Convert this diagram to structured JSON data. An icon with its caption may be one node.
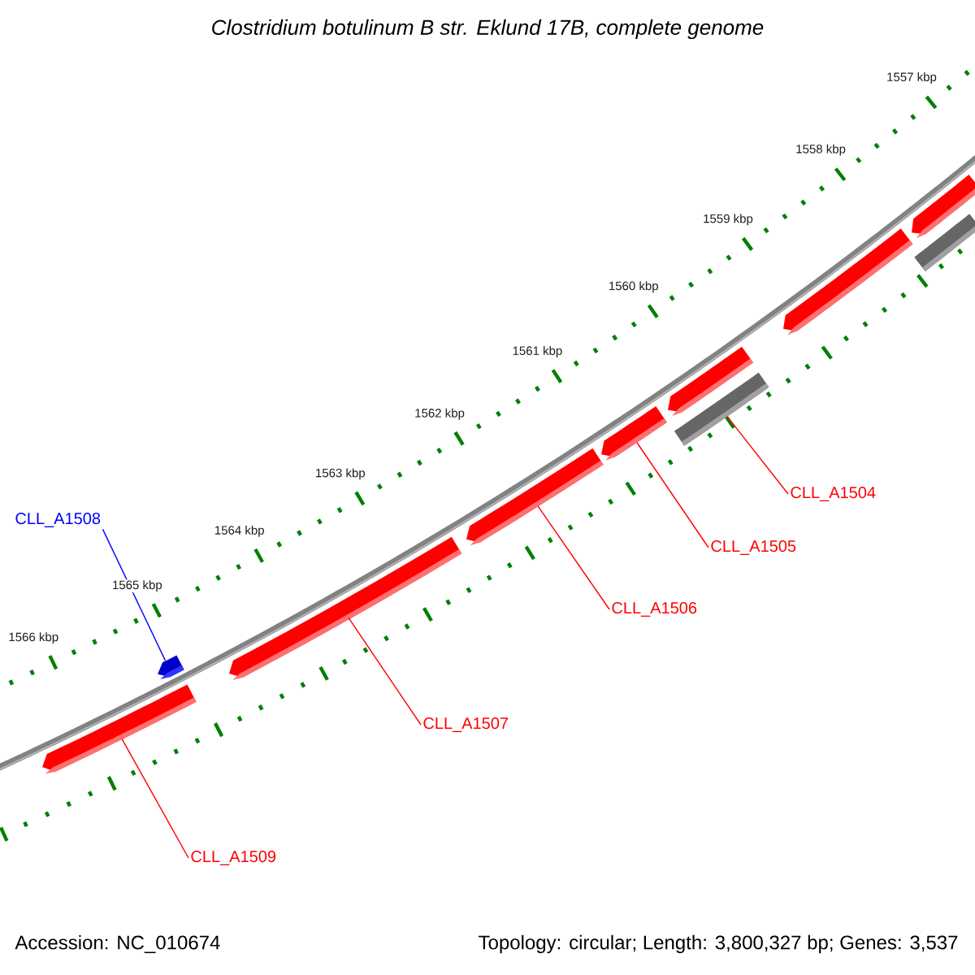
{
  "diagram": {
    "title": "Clostridium botulinum B str. Eklund 17B, complete genome",
    "nodes": [
      {
        "text": [
          "CLL_A1508"
        ]
      },
      {
        "text": [],
        "shape": "arrow"
      },
      {
        "text": [],
        "shape": "arrow"
      },
      {
        "text": [],
        "shape": "arrow"
      },
      {
        "text": [],
        "shape": "arrow"
      },
      {
        "text": [],
        "shape": "arrow"
      },
      {
        "text": [],
        "shape": "arrow"
      },
      {
        "text": [],
        "shape": "bar"
      },
      {
        "text": [],
        "shape": "arrow"
      },
      {
        "text": [],
        "shape": "bar"
      },
      {
        "text": [],
        "shape": "arrow"
      },
      {
        "text": [
          "CLL_A1504"
        ]
      },
      {
        "text": [
          "CLL_A1505"
        ]
      },
      {
        "text": [
          "CLL_A1506"
        ]
      },
      {
        "text": [
          "CLL_A1507"
        ]
      },
      {
        "text": [
          "CLL_A1509"
        ]
      }
    ],
    "edges": [
      {
        "from": 0,
        "to": 1,
        "arrow": "none",
        "color": "#0000ff"
      },
      {
        "from": 11,
        "to": 7,
        "arrow": "none"
      },
      {
        "from": 12,
        "to": 5,
        "arrow": "none"
      },
      {
        "from": 13,
        "to": 4,
        "arrow": "none"
      },
      {
        "from": 14,
        "to": 3,
        "arrow": "none"
      },
      {
        "from": 15,
        "to": 2,
        "arrow": "none"
      }
    ],
    "labels": [
      "1557 kbp",
      "1558 kbp",
      "1559 kbp",
      "1560 kbp",
      "1561 kbp",
      "1562 kbp",
      "1563 kbp",
      "1564 kbp",
      "1565 kbp",
      "1566 kbp",
      "Accession: NC_010674",
      "Topology: circular; Length: 3,800,327 bp; Genes: 3,537"
    ]
  }
}
